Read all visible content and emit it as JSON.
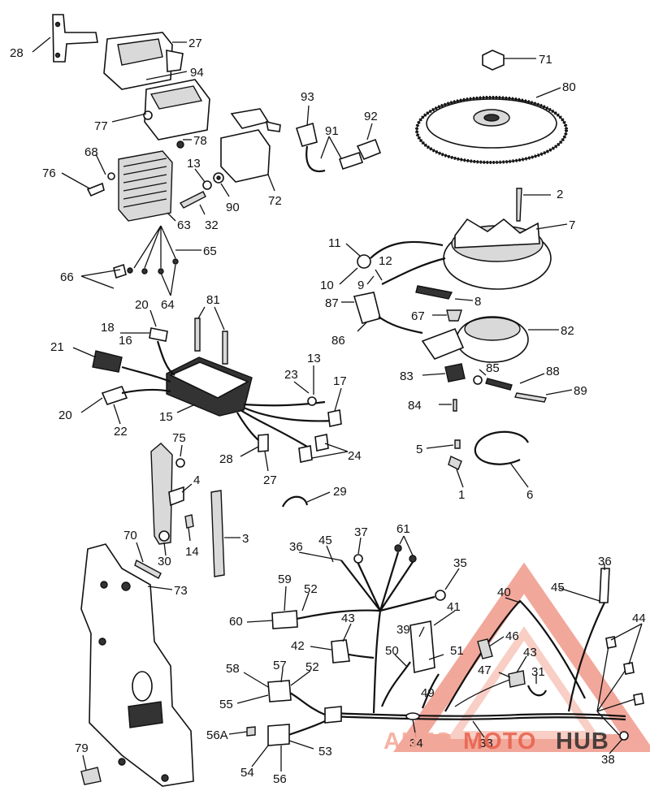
{
  "callouts": [
    {
      "id": "28a",
      "label": "28"
    },
    {
      "id": "27a",
      "label": "27"
    },
    {
      "id": "94",
      "label": "94"
    },
    {
      "id": "77",
      "label": "77"
    },
    {
      "id": "78",
      "label": "78"
    },
    {
      "id": "93",
      "label": "93"
    },
    {
      "id": "91",
      "label": "91"
    },
    {
      "id": "92",
      "label": "92"
    },
    {
      "id": "71",
      "label": "71"
    },
    {
      "id": "80",
      "label": "80"
    },
    {
      "id": "68",
      "label": "68"
    },
    {
      "id": "76",
      "label": "76"
    },
    {
      "id": "13a",
      "label": "13"
    },
    {
      "id": "90",
      "label": "90"
    },
    {
      "id": "72",
      "label": "72"
    },
    {
      "id": "32",
      "label": "32"
    },
    {
      "id": "63",
      "label": "63"
    },
    {
      "id": "2",
      "label": "2"
    },
    {
      "id": "65",
      "label": "65"
    },
    {
      "id": "7",
      "label": "7"
    },
    {
      "id": "66",
      "label": "66"
    },
    {
      "id": "64",
      "label": "64"
    },
    {
      "id": "11",
      "label": "11"
    },
    {
      "id": "12",
      "label": "12"
    },
    {
      "id": "10",
      "label": "10"
    },
    {
      "id": "9",
      "label": "9"
    },
    {
      "id": "8",
      "label": "8"
    },
    {
      "id": "87",
      "label": "87"
    },
    {
      "id": "67",
      "label": "67"
    },
    {
      "id": "82",
      "label": "82"
    },
    {
      "id": "86",
      "label": "86"
    },
    {
      "id": "83",
      "label": "83"
    },
    {
      "id": "85",
      "label": "85"
    },
    {
      "id": "88",
      "label": "88"
    },
    {
      "id": "89",
      "label": "89"
    },
    {
      "id": "84",
      "label": "84"
    },
    {
      "id": "20a",
      "label": "20"
    },
    {
      "id": "81",
      "label": "81"
    },
    {
      "id": "18",
      "label": "18"
    },
    {
      "id": "16",
      "label": "16"
    },
    {
      "id": "21",
      "label": "21"
    },
    {
      "id": "13b",
      "label": "13"
    },
    {
      "id": "23",
      "label": "23"
    },
    {
      "id": "17",
      "label": "17"
    },
    {
      "id": "20b",
      "label": "20"
    },
    {
      "id": "22",
      "label": "22"
    },
    {
      "id": "15",
      "label": "15"
    },
    {
      "id": "5",
      "label": "5"
    },
    {
      "id": "1",
      "label": "1"
    },
    {
      "id": "6",
      "label": "6"
    },
    {
      "id": "75",
      "label": "75"
    },
    {
      "id": "28b",
      "label": "28"
    },
    {
      "id": "27b",
      "label": "27"
    },
    {
      "id": "24",
      "label": "24"
    },
    {
      "id": "4",
      "label": "4"
    },
    {
      "id": "29",
      "label": "29"
    },
    {
      "id": "3",
      "label": "3"
    },
    {
      "id": "14",
      "label": "14"
    },
    {
      "id": "70",
      "label": "70"
    },
    {
      "id": "30",
      "label": "30"
    },
    {
      "id": "73",
      "label": "73"
    },
    {
      "id": "37",
      "label": "37"
    },
    {
      "id": "61",
      "label": "61"
    },
    {
      "id": "36a",
      "label": "36"
    },
    {
      "id": "45a",
      "label": "45"
    },
    {
      "id": "35",
      "label": "35"
    },
    {
      "id": "36b",
      "label": "36"
    },
    {
      "id": "59",
      "label": "59"
    },
    {
      "id": "52a",
      "label": "52"
    },
    {
      "id": "40",
      "label": "40"
    },
    {
      "id": "45b",
      "label": "45"
    },
    {
      "id": "60",
      "label": "60"
    },
    {
      "id": "41",
      "label": "41"
    },
    {
      "id": "44",
      "label": "44"
    },
    {
      "id": "43a",
      "label": "43"
    },
    {
      "id": "39",
      "label": "39"
    },
    {
      "id": "46",
      "label": "46"
    },
    {
      "id": "42",
      "label": "42"
    },
    {
      "id": "50",
      "label": "50"
    },
    {
      "id": "51",
      "label": "51"
    },
    {
      "id": "43b",
      "label": "43"
    },
    {
      "id": "58",
      "label": "58"
    },
    {
      "id": "57",
      "label": "57"
    },
    {
      "id": "52b",
      "label": "52"
    },
    {
      "id": "47",
      "label": "47"
    },
    {
      "id": "31",
      "label": "31"
    },
    {
      "id": "49",
      "label": "49"
    },
    {
      "id": "55",
      "label": "55"
    },
    {
      "id": "56A",
      "label": "56A"
    },
    {
      "id": "53",
      "label": "53"
    },
    {
      "id": "34",
      "label": "34"
    },
    {
      "id": "33",
      "label": "33"
    },
    {
      "id": "38",
      "label": "38"
    },
    {
      "id": "79",
      "label": "79"
    },
    {
      "id": "54",
      "label": "54"
    },
    {
      "id": "56",
      "label": "56"
    }
  ],
  "watermark": {
    "part1": "AUTO",
    "part2": "MOTO",
    "part3": "HUB",
    "colors": {
      "primary": "#e8604a",
      "light": "#f4a796",
      "dark": "#2b2b2b"
    }
  }
}
